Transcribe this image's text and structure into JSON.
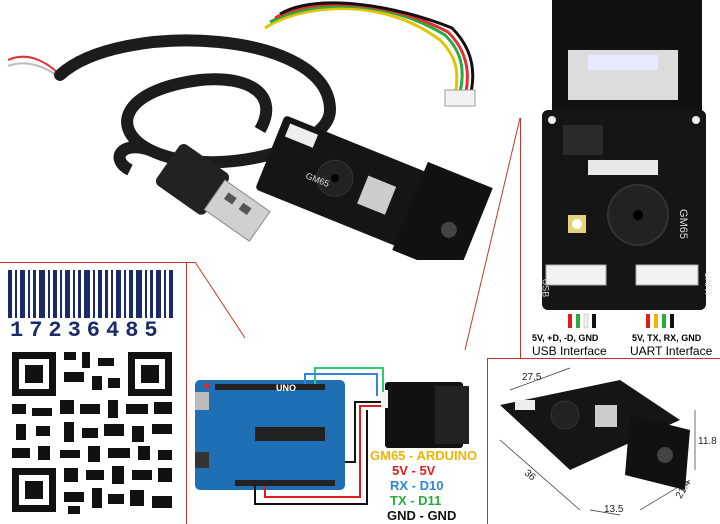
{
  "barcode": {
    "digits": "17236485"
  },
  "module": {
    "model_label": "GM65"
  },
  "pinout": {
    "usb_pins": "5V, +D, -D, GND",
    "uart_pins": "5V, TX, RX, GND",
    "usb_title": "USB Interface",
    "uart_title": "UART Interface",
    "usb_header_label": "USB",
    "uart_header_label": "UART"
  },
  "wiring": {
    "title": "GM65 - ARDUINO",
    "lines": [
      {
        "text": "5V - 5V",
        "color": "#e21b1b"
      },
      {
        "text": "RX - D10",
        "color": "#2e86de"
      },
      {
        "text": "TX - D11",
        "color": "#27ae3a"
      },
      {
        "text": "GND - GND",
        "color": "#111111"
      }
    ],
    "title_color": "#f0b400",
    "arduino_label": "UNO"
  },
  "dimensions": {
    "top": "27.5",
    "right": "11.8",
    "bottom_left": "36",
    "bottom_mid": "13.5",
    "bottom_right": "21.4"
  },
  "colors": {
    "divider": "#c0392b",
    "pcb": "#151515",
    "arduino": "#1f6fb5"
  }
}
